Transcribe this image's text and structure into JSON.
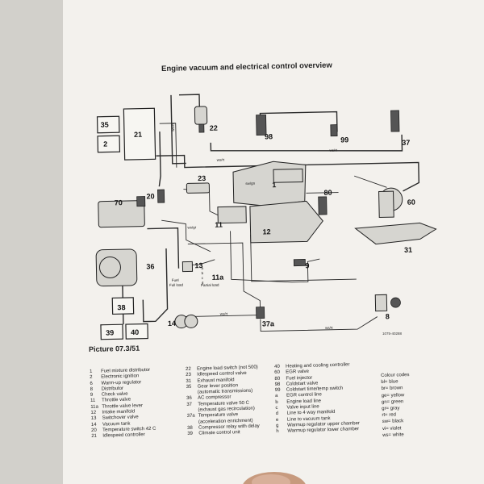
{
  "diagram": {
    "title": "Engine vacuum and electrical control overview",
    "caption": "Picture 07.3/51",
    "ref_code": "1075-40288",
    "component_labels": [
      "35",
      "2",
      "21",
      "22",
      "98",
      "99",
      "37",
      "23",
      "1",
      "20",
      "70",
      "11",
      "80",
      "60",
      "12",
      "36",
      "13",
      "11a",
      "9",
      "31",
      "38",
      "14",
      "37a",
      "8",
      "39",
      "40"
    ],
    "small_labels": [
      "Fuel",
      "Full load",
      "Partial load",
      "a",
      "b",
      "c",
      "d"
    ],
    "wire_codes": [
      "ws/rt",
      "ws/rt",
      "ws/rt",
      "ws/gr",
      "ws/rt",
      "ws/rt",
      "sw/gn"
    ]
  },
  "legend": {
    "col1": [
      {
        "k": "1",
        "v": "Fuel mixture distributor"
      },
      {
        "k": "2",
        "v": "Electronic ignition"
      },
      {
        "k": "6",
        "v": "Warm-up regulator"
      },
      {
        "k": "8",
        "v": "Distributor"
      },
      {
        "k": "9",
        "v": "Check valve"
      },
      {
        "k": "11",
        "v": "Throttle valve"
      },
      {
        "k": "11a",
        "v": "Throttle valve lever"
      },
      {
        "k": "12",
        "v": "Intake manifold"
      },
      {
        "k": "13",
        "v": "Switchover valve"
      },
      {
        "k": "14",
        "v": "Vacuum tank"
      },
      {
        "k": "20",
        "v": "Temperature switch 42 C"
      },
      {
        "k": "21",
        "v": "Idlespeed controller"
      }
    ],
    "col2": [
      {
        "k": "22",
        "v": "Engine load switch (not 500)"
      },
      {
        "k": "23",
        "v": "Idlespeed control valve"
      },
      {
        "k": "31",
        "v": "Exhaust manifold"
      },
      {
        "k": "35",
        "v": "Gear lever position"
      },
      {
        "k": "",
        "v": "(automatic transmissions)"
      },
      {
        "k": "36",
        "v": "AC compressor"
      },
      {
        "k": "37",
        "v": "Temperature valve 50 C"
      },
      {
        "k": "",
        "v": "(exhaust gas recirculation)"
      },
      {
        "k": "37a",
        "v": "Temperature valve"
      },
      {
        "k": "",
        "v": "(acceleration enrichment)"
      },
      {
        "k": "38",
        "v": "Compressor relay with delay"
      },
      {
        "k": "39",
        "v": "Climate control unit"
      }
    ],
    "col3": [
      {
        "k": "40",
        "v": "Heating and cooling controller"
      },
      {
        "k": "60",
        "v": "EGR valve"
      },
      {
        "k": "80",
        "v": "Fuel injector"
      },
      {
        "k": "98",
        "v": "Coldstart valve"
      },
      {
        "k": "99",
        "v": "Coldstart time/temp switch"
      },
      {
        "k": "a",
        "v": "EGR control line"
      },
      {
        "k": "b",
        "v": "Engine load line"
      },
      {
        "k": "c",
        "v": "Valve input line"
      },
      {
        "k": "d",
        "v": "Line to 4 way manifold"
      },
      {
        "k": "e",
        "v": "Line to vacuum tank"
      },
      {
        "k": "g",
        "v": "Warmup regulator upper chamber"
      },
      {
        "k": "h",
        "v": "Warmup regulator lower chamber"
      }
    ],
    "colour_title": "Colour codes",
    "colours": [
      "bl= blue",
      "br= brown",
      "ge= yellow",
      "gn= green",
      "gr= gray",
      "rt= red",
      "sw= black",
      "vi= violet",
      "ws= white"
    ]
  }
}
